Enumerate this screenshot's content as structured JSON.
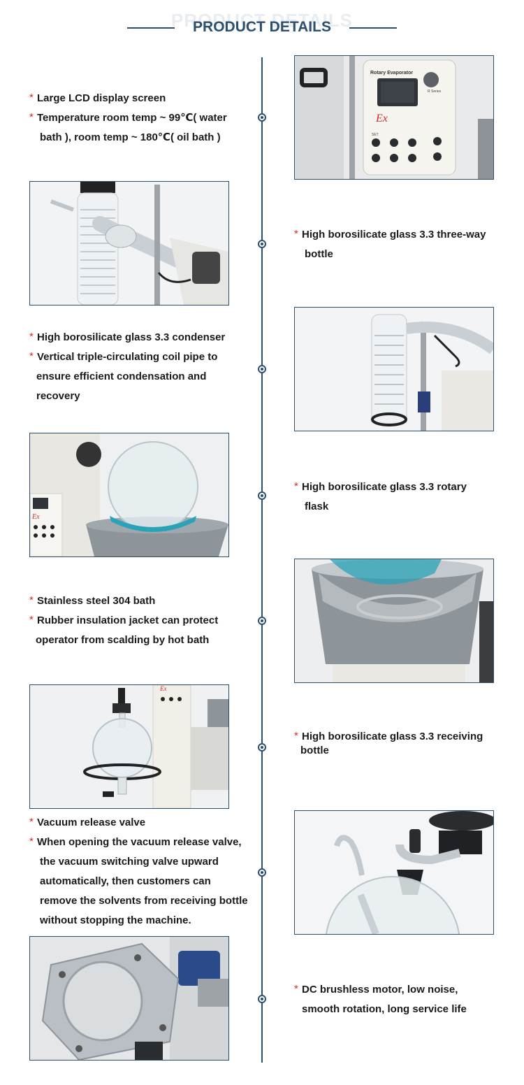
{
  "header": {
    "ghost": "PRODUCT DETAILS",
    "title": "PRODUCT DETAILS"
  },
  "colors": {
    "accent": "#2c4f6e",
    "bullet": "#d9282f"
  },
  "features": [
    {
      "lines": [
        "Large LCD display screen",
        "Temperature room temp ~ 99℃( water",
        "bath ), room temp ~ 180℃( oil bath )"
      ]
    },
    {
      "lines": [
        "High borosilicate glass 3.3 three-way",
        "bottle"
      ]
    },
    {
      "lines": [
        "High borosilicate glass 3.3 condenser",
        "Vertical triple-circulating coil pipe to",
        "ensure efficient condensation and",
        "recovery"
      ]
    },
    {
      "lines": [
        "High borosilicate glass 3.3 rotary",
        "flask"
      ]
    },
    {
      "lines": [
        "Stainless steel 304 bath",
        "Rubber insulation jacket can protect",
        "operator from scalding by hot bath"
      ]
    },
    {
      "lines": [
        "High borosilicate glass 3.3 receiving",
        "bottle"
      ]
    },
    {
      "lines": [
        "Vacuum release valve",
        "When opening the vacuum release valve,",
        "the vacuum switching valve upward",
        "automatically, then customers can",
        "remove the solvents from receiving bottle",
        "without stopping the machine."
      ]
    },
    {
      "lines": [
        "DC brushless motor, low noise,",
        "smooth rotation, long service life"
      ]
    }
  ],
  "control_panel": {
    "title": "Rotary Evaporator",
    "mark": "Ex",
    "series": "R Series",
    "set_label": "SET"
  },
  "small_panel": {
    "mark": "Ex"
  },
  "icons": [
    "bullet-asterisk",
    "timeline-dot"
  ]
}
